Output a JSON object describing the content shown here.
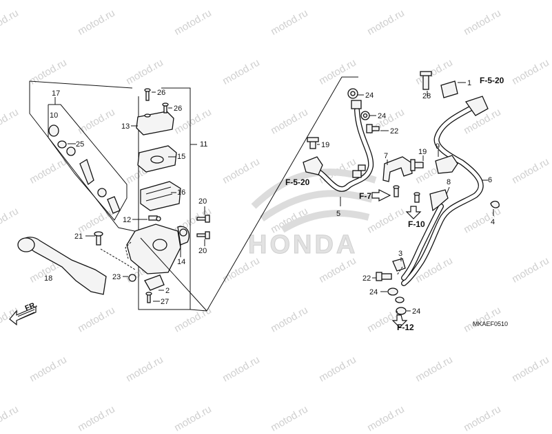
{
  "watermark": "motod.ru",
  "logo": {
    "text": "HONDA"
  },
  "diagram_code": "MKAEF0510",
  "callouts": {
    "p1": "1",
    "p2": "2",
    "p3": "3",
    "p4": "4",
    "p5": "5",
    "p6": "6",
    "p7": "7",
    "p8": "8",
    "p9": "9",
    "p10": "10",
    "p11": "11",
    "p12": "12",
    "p13": "13",
    "p14": "14",
    "p15": "15",
    "p16": "16",
    "p17": "17",
    "p18": "18",
    "p19a": "19",
    "p19b": "19",
    "p20a": "20",
    "p20b": "20",
    "p21": "21",
    "p22a": "22",
    "p22b": "22",
    "p23": "23",
    "p24a": "24",
    "p24b": "24",
    "p24c": "24",
    "p24d": "24",
    "p25": "25",
    "p26a": "26",
    "p26b": "26",
    "p27": "27",
    "p28": "28"
  },
  "refs": {
    "f520_top": "F-5-20",
    "f520_left": "F-5-20",
    "f7": "F-7",
    "f10": "F-10",
    "f12": "F-12",
    "fr": "FR."
  },
  "colors": {
    "line": "#111111",
    "watermark": "#cfcfcf",
    "logo": "#dddddd"
  }
}
